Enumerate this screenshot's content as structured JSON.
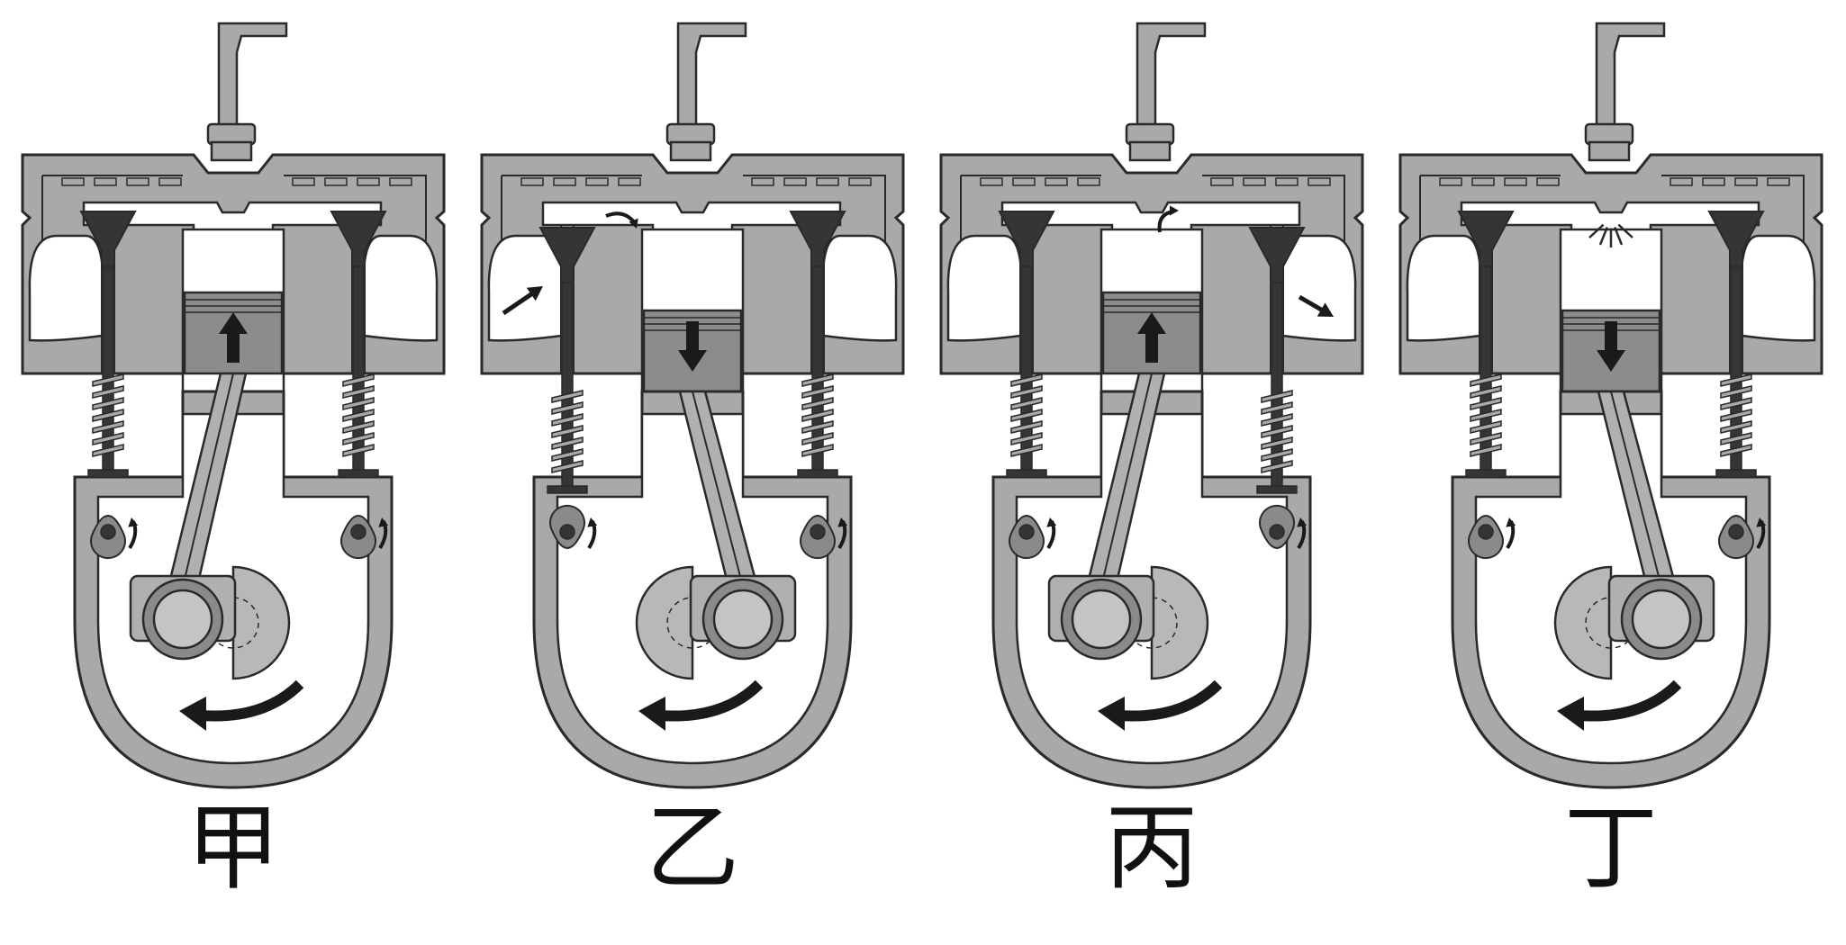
{
  "engines": [
    {
      "label": "甲",
      "piston_direction": "up",
      "intake_valve": "closed",
      "exhaust_valve": "closed",
      "spark": false,
      "flow": "none"
    },
    {
      "label": "乙",
      "piston_direction": "down",
      "intake_valve": "open",
      "exhaust_valve": "closed",
      "spark": false,
      "flow": "intake"
    },
    {
      "label": "丙",
      "piston_direction": "up",
      "intake_valve": "closed",
      "exhaust_valve": "open",
      "spark": false,
      "flow": "exhaust"
    },
    {
      "label": "丁",
      "piston_direction": "down",
      "intake_valve": "closed",
      "exhaust_valve": "closed",
      "spark": true,
      "flow": "none"
    }
  ],
  "colors": {
    "metal": "#a9a9a9",
    "metal_dark": "#8a8a8a",
    "piston": "#8c8c8c",
    "valve": "#353535",
    "chamber": "#ffffff",
    "outline": "#2a2a2a",
    "arrow": "#1a1a1a"
  }
}
